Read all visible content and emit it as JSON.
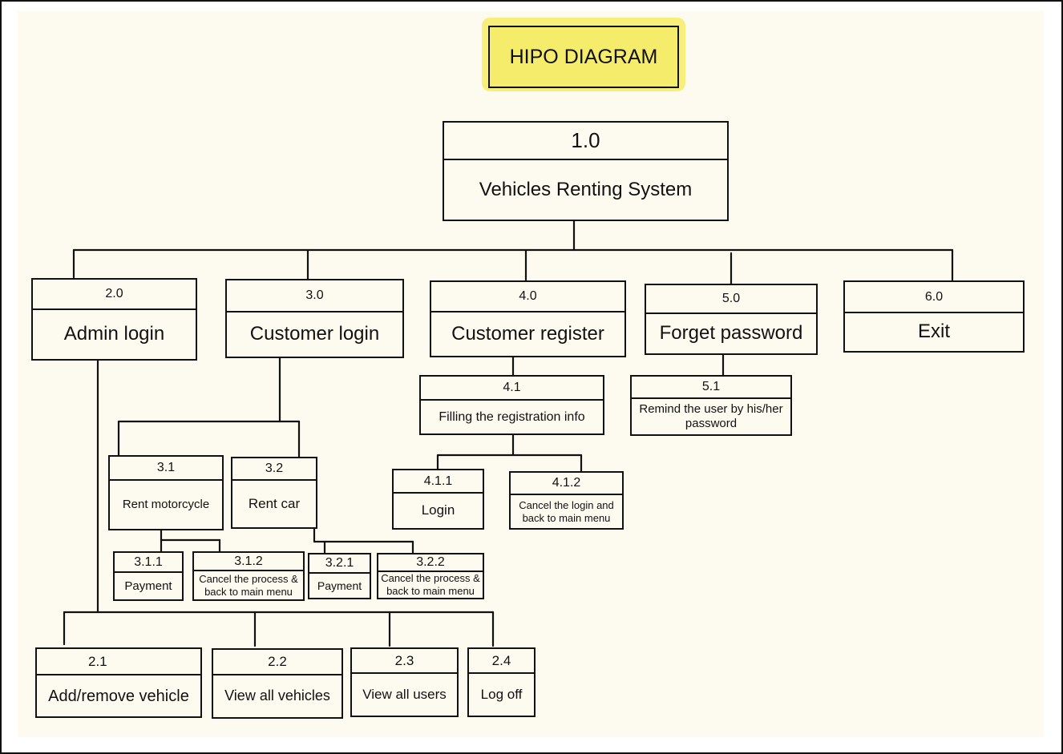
{
  "title": "HIPO DIAGRAM",
  "nodes": {
    "root": {
      "id": "1.0",
      "label": "Vehicles Renting System"
    },
    "n2_0": {
      "id": "2.0",
      "label": "Admin login"
    },
    "n3_0": {
      "id": "3.0",
      "label": "Customer login"
    },
    "n4_0": {
      "id": "4.0",
      "label": "Customer register"
    },
    "n5_0": {
      "id": "5.0",
      "label": "Forget password"
    },
    "n6_0": {
      "id": "6.0",
      "label": "Exit"
    },
    "n4_1": {
      "id": "4.1",
      "label": "Filling the registration info"
    },
    "n5_1": {
      "id": "5.1",
      "label": "Remind the user by his/her password"
    },
    "n3_1": {
      "id": "3.1",
      "label": "Rent motorcycle"
    },
    "n3_2": {
      "id": "3.2",
      "label": "Rent car"
    },
    "n4_1_1": {
      "id": "4.1.1",
      "label": "Login"
    },
    "n4_1_2": {
      "id": "4.1.2",
      "label": "Cancel the login and back to main menu"
    },
    "n3_1_1": {
      "id": "3.1.1",
      "label": "Payment"
    },
    "n3_1_2": {
      "id": "3.1.2",
      "label": "Cancel the process & back to main menu"
    },
    "n3_2_1": {
      "id": "3.2.1",
      "label": "Payment"
    },
    "n3_2_2": {
      "id": "3.2.2",
      "label": "Cancel the process & back to main menu"
    },
    "n2_1": {
      "id": "2.1",
      "label": "Add/remove vehicle"
    },
    "n2_2": {
      "id": "2.2",
      "label": "View all vehicles"
    },
    "n2_3": {
      "id": "2.3",
      "label": "View all users"
    },
    "n2_4": {
      "id": "2.4",
      "label": "Log off"
    }
  },
  "colors": {
    "title_fill": "#f6ec6b",
    "paper": "#fdfbf0",
    "ink": "#111111"
  }
}
